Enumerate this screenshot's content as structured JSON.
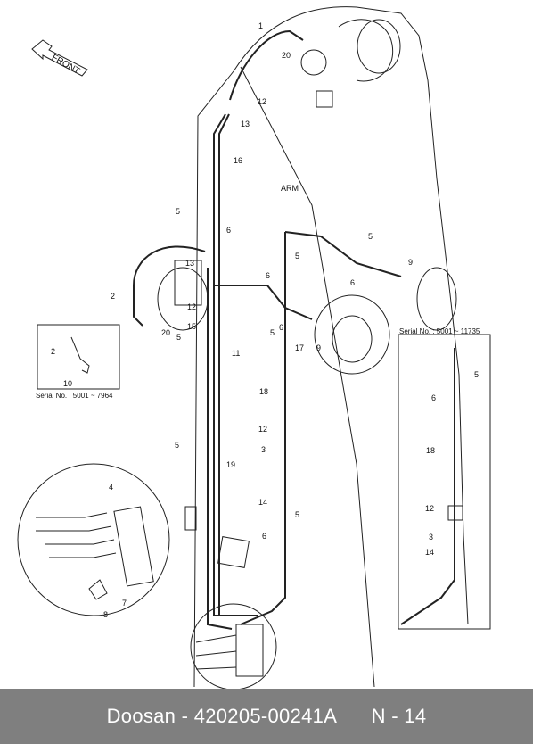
{
  "diagram": {
    "front_label": "FRONT",
    "arm_label": "ARM",
    "inset_left_caption": "Serial No. : 5001 ~ 7964",
    "inset_right_caption": "Serial No. : 5001 ~ 11735",
    "callouts": {
      "c1": "1",
      "c20a": "20",
      "c12a": "12",
      "c13a": "13",
      "c16": "16",
      "c5a": "5",
      "c6a": "6",
      "c13b": "13",
      "c2": "2",
      "c12b": "12",
      "c15": "15",
      "c20b": "20",
      "c5b": "5",
      "c11": "11",
      "c5c": "5",
      "c19": "19",
      "c5d": "5",
      "c6b": "6",
      "c9a": "9",
      "c6c": "6",
      "c5e": "5",
      "c6d": "6",
      "c5f": "5",
      "c17": "17",
      "c9b": "9",
      "c18": "18",
      "c12c": "12",
      "c3": "3",
      "c14": "14",
      "c5g": "5",
      "c6e": "6",
      "c4": "4",
      "c7": "7",
      "c8": "8",
      "i2": "2",
      "i10": "10",
      "r5": "5",
      "r6": "6",
      "r18": "18",
      "r12": "12",
      "r3": "3",
      "r14": "14"
    }
  },
  "footer": {
    "brand": "Doosan",
    "separator": " - ",
    "part_number": "420205-00241A",
    "page": "N - 14"
  }
}
